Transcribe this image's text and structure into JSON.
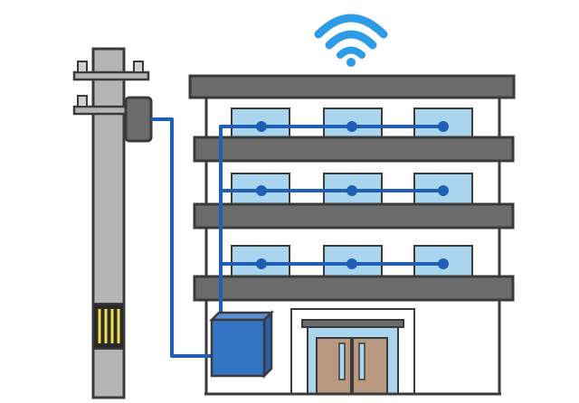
{
  "scene": {
    "subject": "apartment-building-internet-wiring",
    "icons": [
      "wifi-icon",
      "utility-pole",
      "junction-box",
      "distribution-box",
      "building-door"
    ],
    "colors": {
      "outline": "#3a3a3a",
      "pole": "#b5b5b5",
      "building_wall": "#ffffff",
      "building_band": "#6b6b6b",
      "window_glass": "#a9d6ee",
      "window_frame": "#8a8a8a",
      "cable": "#1f5fb5",
      "cable_node": "#1f5fb5",
      "distribution_box": "#3474c4",
      "wifi": "#2e9be6",
      "door": "#b89980",
      "meter_yellow": "#f2e04c",
      "background": "#ffffff"
    },
    "floors": 3,
    "windows_per_floor": 3
  }
}
